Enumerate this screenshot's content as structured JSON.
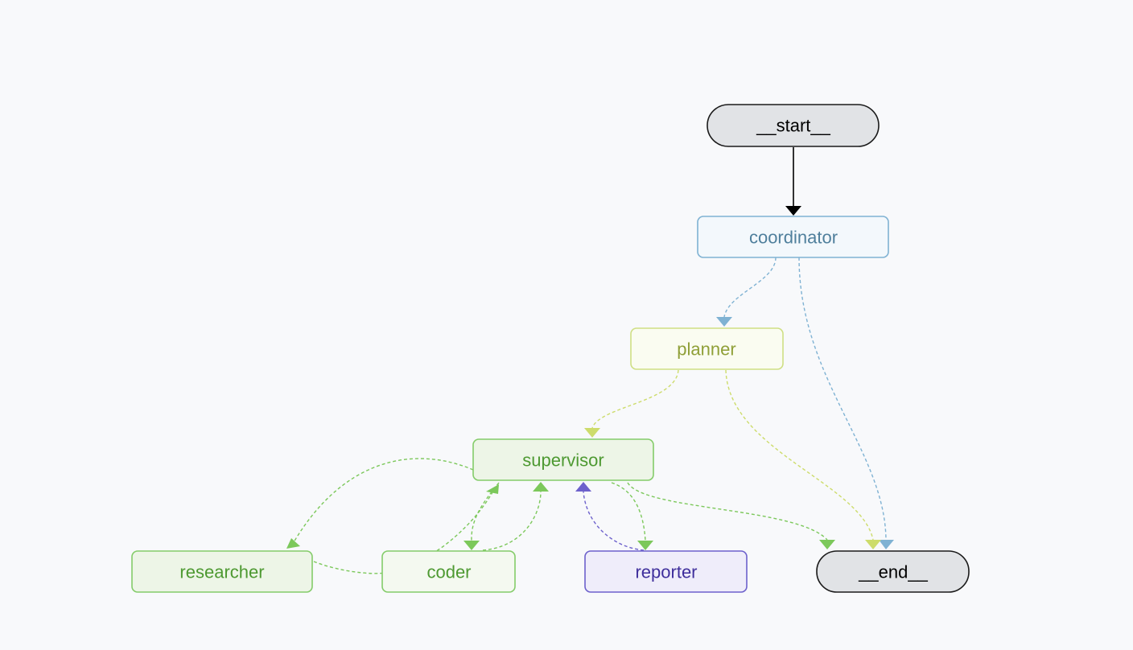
{
  "nodes": {
    "start": {
      "label": "__start__",
      "kind": "terminal"
    },
    "coordinator": {
      "label": "coordinator",
      "fill": "#f3f8fc",
      "stroke": "#7fb2d3",
      "text": "#4f7f9c"
    },
    "planner": {
      "label": "planner",
      "fill": "#fafcf1",
      "stroke": "#cfdf84",
      "text": "#8f9f37"
    },
    "supervisor": {
      "label": "supervisor",
      "fill": "#edf5e7",
      "stroke": "#84cc6a",
      "text": "#4d9931"
    },
    "researcher": {
      "label": "researcher",
      "fill": "#edf5e7",
      "stroke": "#84cc6a",
      "text": "#4d9931"
    },
    "coder": {
      "label": "coder",
      "fill": "#f4f9f0",
      "stroke": "#84cc6a",
      "text": "#4d9931"
    },
    "reporter": {
      "label": "reporter",
      "fill": "#efedfa",
      "stroke": "#6d61cc",
      "text": "#3f2f9c"
    },
    "end": {
      "label": "__end__",
      "kind": "terminal"
    }
  },
  "colors": {
    "background": "#f8f9fb",
    "terminal_fill": "#e1e3e6",
    "terminal_stroke": "#1a1a1a",
    "terminal_text": "#000000",
    "edge_black": "#000000",
    "edge_blue": "#7fb2d3",
    "edge_yellow": "#cddc6b",
    "edge_green": "#7cc85b",
    "edge_purple": "#6d61cc"
  }
}
